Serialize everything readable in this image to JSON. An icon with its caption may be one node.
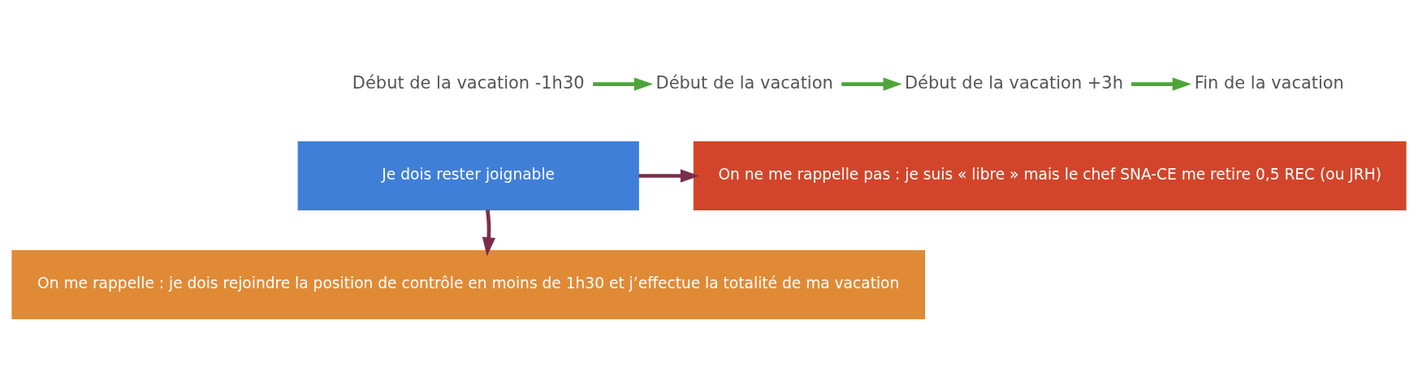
{
  "diagram": {
    "nodes": [
      {
        "text": [
          "Début de la vacation -1h30"
        ]
      },
      {
        "text": [
          "Début de la vacation"
        ]
      },
      {
        "text": [
          "Début de la vacation +3h"
        ]
      },
      {
        "text": [
          "Fin de la vacation"
        ]
      },
      {
        "text": [
          "Je dois rester joignable"
        ]
      },
      {
        "text": [
          "On ne me rappelle pas : je suis « libre » mais le chef SNA-CE me retire 0,5 REC (ou JRH)"
        ]
      },
      {
        "text": [
          "On me rappelle : je dois rejoindre la position de contrôle en moins de 1h30 et j’effectue la totalité de ma vacation"
        ]
      }
    ],
    "edges": [
      {
        "from": 0,
        "to": 1,
        "arrow": "to",
        "color": "#4ea43a"
      },
      {
        "from": 1,
        "to": 2,
        "arrow": "to",
        "color": "#4ea43a"
      },
      {
        "from": 2,
        "to": 3,
        "arrow": "to",
        "color": "#4ea43a"
      },
      {
        "from": 4,
        "to": 5,
        "arrow": "to",
        "color": "#7b2e4a"
      },
      {
        "from": 4,
        "to": 6,
        "arrow": "to",
        "color": "#7b2e4a"
      }
    ]
  }
}
